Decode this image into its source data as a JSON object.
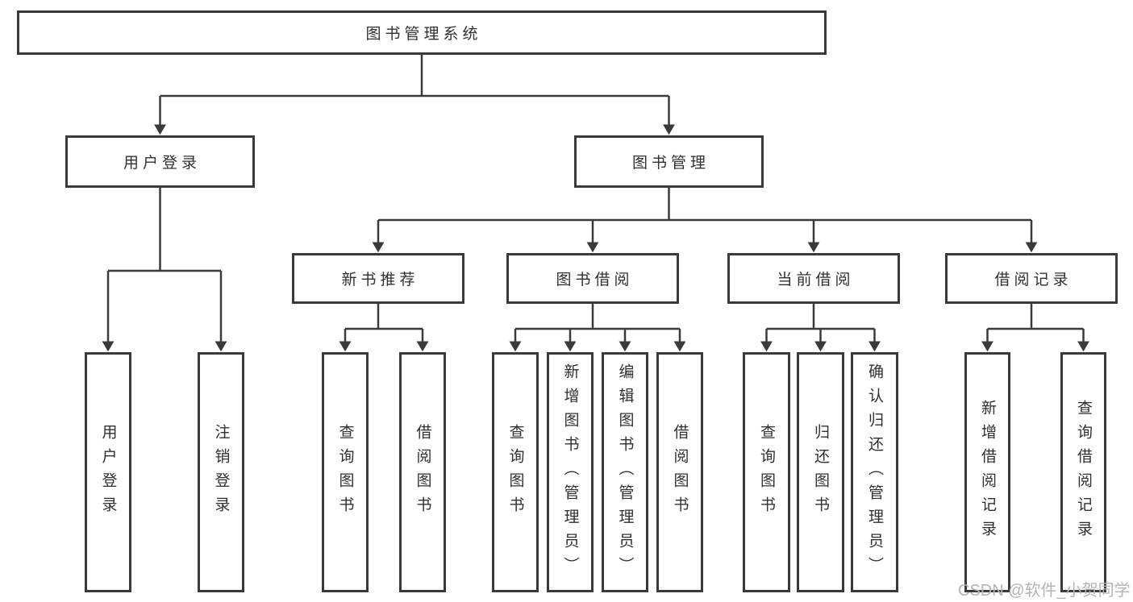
{
  "diagram": {
    "root": {
      "label": "图书管理系统"
    },
    "level2": [
      {
        "label": "用户登录",
        "children": [
          {
            "label": "用户登录"
          },
          {
            "label": "注销登录"
          }
        ]
      },
      {
        "label": "图书管理",
        "children": [
          {
            "label": "新书推荐",
            "children": [
              {
                "label": "查询图书"
              },
              {
                "label": "借阅图书"
              }
            ]
          },
          {
            "label": "图书借阅",
            "children": [
              {
                "label": "查询图书"
              },
              {
                "label": "新增图书（管理员）"
              },
              {
                "label": "编辑图书（管理员）"
              },
              {
                "label": "借阅图书"
              }
            ]
          },
          {
            "label": "当前借阅",
            "children": [
              {
                "label": "查询图书"
              },
              {
                "label": "归还图书"
              },
              {
                "label": "确认归还（管理员）"
              }
            ]
          },
          {
            "label": "借阅记录",
            "children": [
              {
                "label": "新增借阅记录"
              },
              {
                "label": "查询借阅记录"
              }
            ]
          }
        ]
      }
    ],
    "colors": {
      "line": "#3a3a3a",
      "box_border": "#3a3a3a",
      "text": "#303030",
      "background": "#ffffff",
      "watermark": "#b4b4b4"
    }
  },
  "watermark": {
    "text": "CSDN @软件_小贺同学"
  }
}
